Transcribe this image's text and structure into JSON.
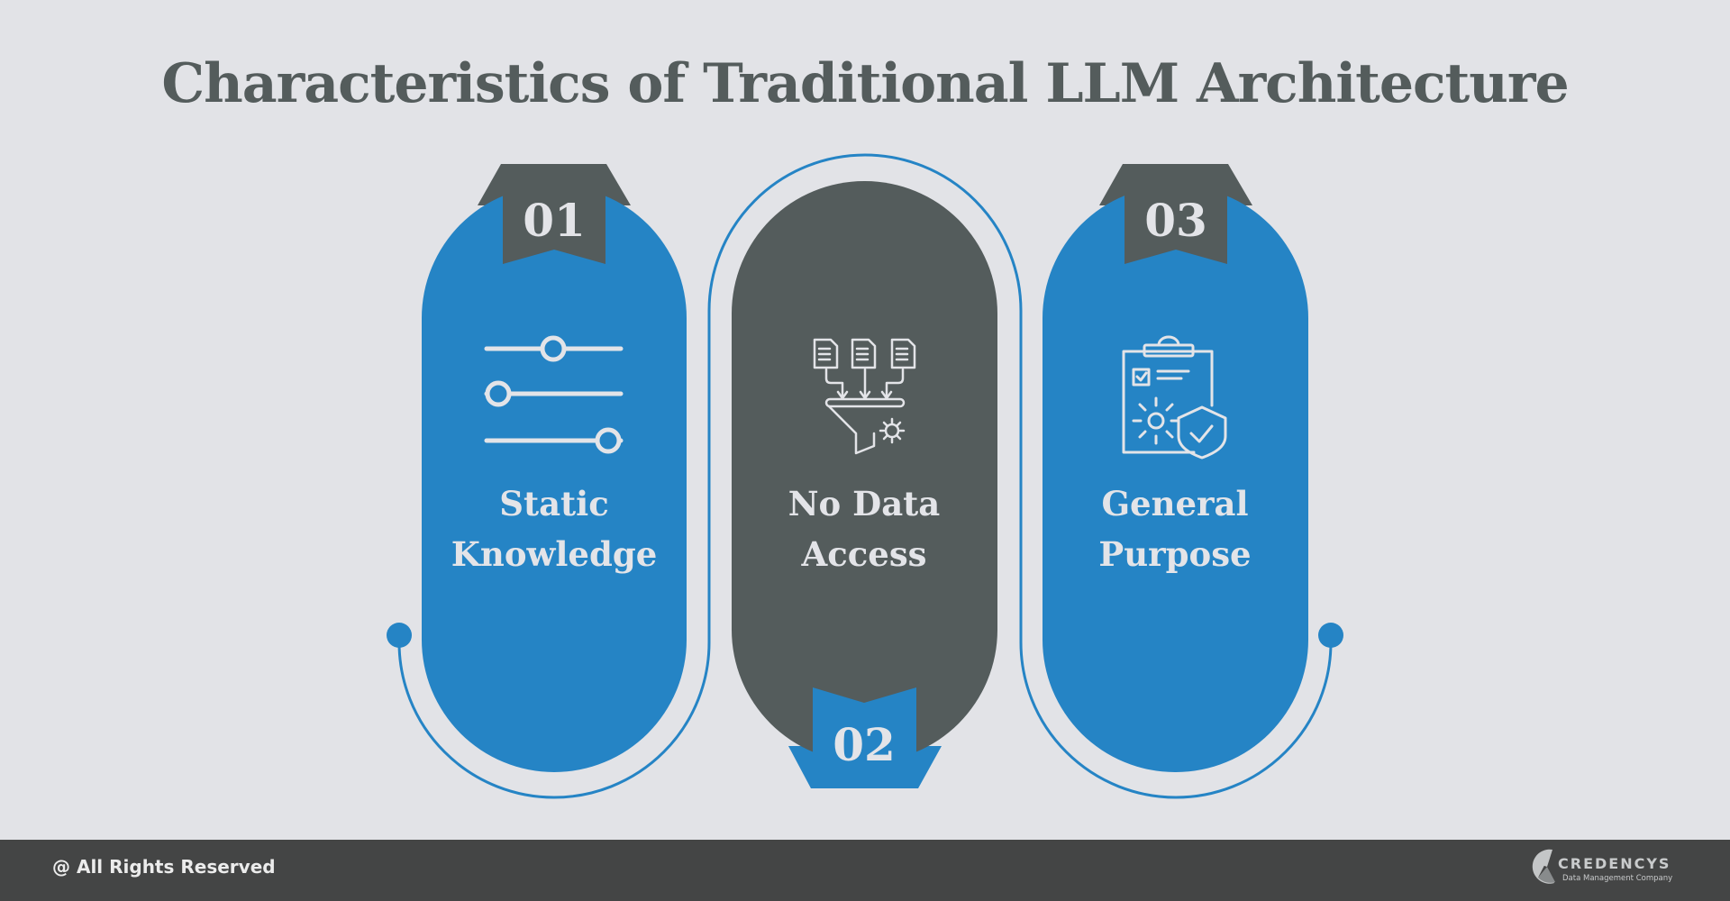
{
  "title": "Characteristics of Traditional LLM Architecture",
  "colors": {
    "background": "#e2e3e7",
    "blue": "#2584c5",
    "dark": "#545c5c",
    "text_light": "#e3e4e8",
    "footer": "#444545"
  },
  "cards": [
    {
      "number": "01",
      "line1": "Static",
      "line2": "Knowledge",
      "icon": "sliders-icon",
      "color": "blue"
    },
    {
      "number": "02",
      "line1": "No Data",
      "line2": "Access",
      "icon": "documents-funnel-icon",
      "color": "dark"
    },
    {
      "number": "03",
      "line1": "General",
      "line2": "Purpose",
      "icon": "clipboard-gear-shield-icon",
      "color": "blue"
    }
  ],
  "footer": {
    "rights": "@ All Rights Reserved",
    "brand": "CREDENCYS",
    "tagline": "Data Management Company"
  }
}
